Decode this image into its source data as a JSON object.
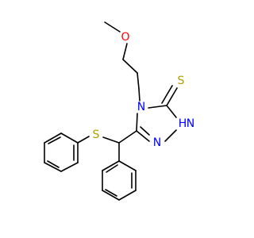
{
  "molecule": {
    "atoms": {
      "oxygen": "O",
      "sulfur_thione": "S",
      "sulfur_thioether": "S",
      "nitrogen_ring": "N",
      "nitrogen_nh": "N",
      "hydrogen_nh": "H",
      "nitrogen_bottom": "N"
    },
    "colors": {
      "oxygen": "#ff0000",
      "sulfur": "#b2a000",
      "nitrogen": "#0000ff",
      "bond": "#000000"
    }
  }
}
